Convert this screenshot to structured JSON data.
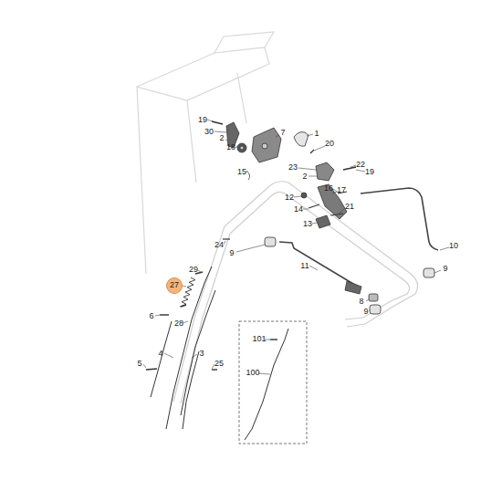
{
  "diagram": {
    "nodes": [
      {
        "text": [
          "27"
        ]
      }
    ],
    "labels": [
      "19",
      "30",
      "2",
      "18",
      "7",
      "1",
      "20",
      "15",
      "22",
      "19",
      "23",
      "2",
      "16",
      "12",
      "17",
      "14",
      "21",
      "13",
      "24",
      "9",
      "10",
      "11",
      "29",
      "9",
      "8",
      "9",
      "6",
      "28",
      "101",
      "4",
      "3",
      "5",
      "25",
      "100"
    ]
  }
}
